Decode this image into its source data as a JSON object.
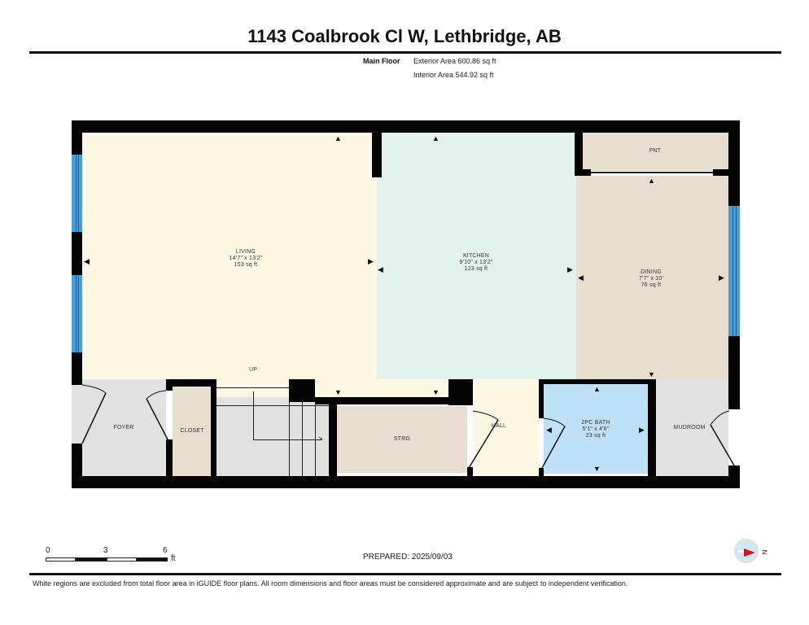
{
  "header": {
    "title": "1143 Coalbrook Cl W, Lethbridge, AB",
    "floor_name": "Main Floor",
    "exterior_area": "Exterior Area 600.86 sq ft",
    "interior_area": "Interior Area 544.92 sq ft"
  },
  "rooms": {
    "living": {
      "name": "LIVING",
      "dims": "14'7\" x 13'2\"",
      "area": "153 sq ft",
      "color": "#fdf8e3"
    },
    "kitchen": {
      "name": "KITCHEN",
      "dims": "9'10\" x 13'2\"",
      "area": "123 sq ft",
      "color": "#e4f2ed"
    },
    "dining": {
      "name": "DINING",
      "dims": "7'7\" x 10'",
      "area": "76 sq ft",
      "color": "#e8ded0"
    },
    "pantry": {
      "name": "PNT",
      "color": "#e8ded0"
    },
    "foyer": {
      "name": "FOYER",
      "color": "#e1e1e1"
    },
    "closet": {
      "name": "CLOSET",
      "color": "#e8ded0"
    },
    "stairs": {
      "name": "UP",
      "color": "#e1e1e1"
    },
    "storage": {
      "name": "STRG",
      "color": "#e8ded0"
    },
    "hall": {
      "name": "HALL",
      "color": "#fdf8e3"
    },
    "bath": {
      "name": "2PC BATH",
      "dims": "5'1\" x 4'6\"",
      "area": "23 sq ft",
      "color": "#bfe1f8"
    },
    "mudroom": {
      "name": "MUDROOM",
      "color": "#e1e1e1"
    }
  },
  "colors": {
    "wall": "#050505",
    "window": "#4a9fd6"
  },
  "scale": {
    "ticks": [
      "0",
      "3",
      "6"
    ],
    "unit": "ft"
  },
  "footer": {
    "prepared": "PREPARED: 2025/09/03",
    "compass_label": "N",
    "disclaimer": "White regions are excluded from total floor area in iGUIDE floor plans. All room dimensions and floor areas must be considered approximate and are subject to independent verification."
  }
}
